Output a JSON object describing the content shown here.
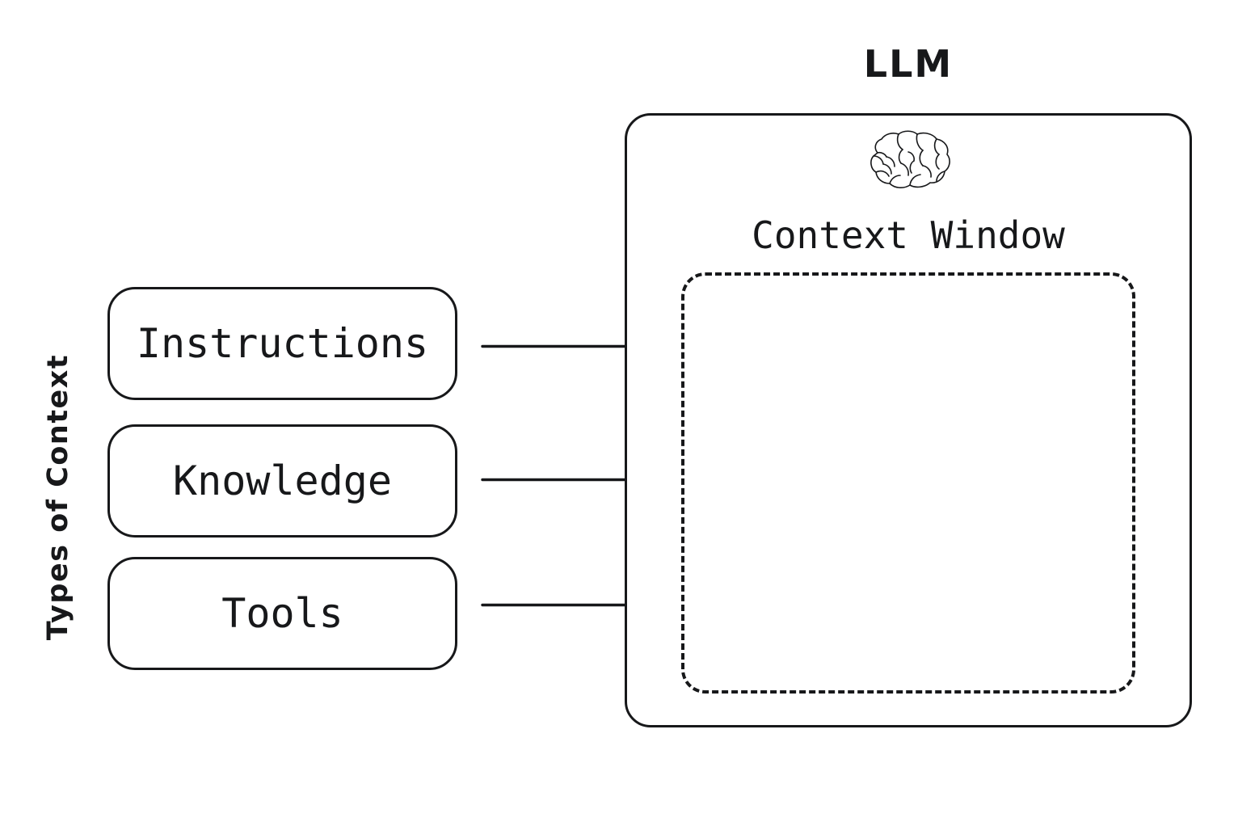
{
  "diagram": {
    "title": "LLM",
    "axis_label": "Types of Context",
    "context_types": [
      {
        "id": "instructions",
        "label": "Instructions"
      },
      {
        "id": "knowledge",
        "label": "Knowledge"
      },
      {
        "id": "tools",
        "label": "Tools"
      }
    ],
    "llm": {
      "title": "LLM",
      "icon": "brain-icon",
      "context_window_label": "Context Window"
    },
    "arrows": [
      {
        "from": "instructions",
        "to": "context-window"
      },
      {
        "from": "knowledge",
        "to": "context-window"
      },
      {
        "from": "tools",
        "to": "context-window"
      }
    ],
    "colors": {
      "stroke": "#17181a",
      "background": "#ffffff"
    }
  }
}
